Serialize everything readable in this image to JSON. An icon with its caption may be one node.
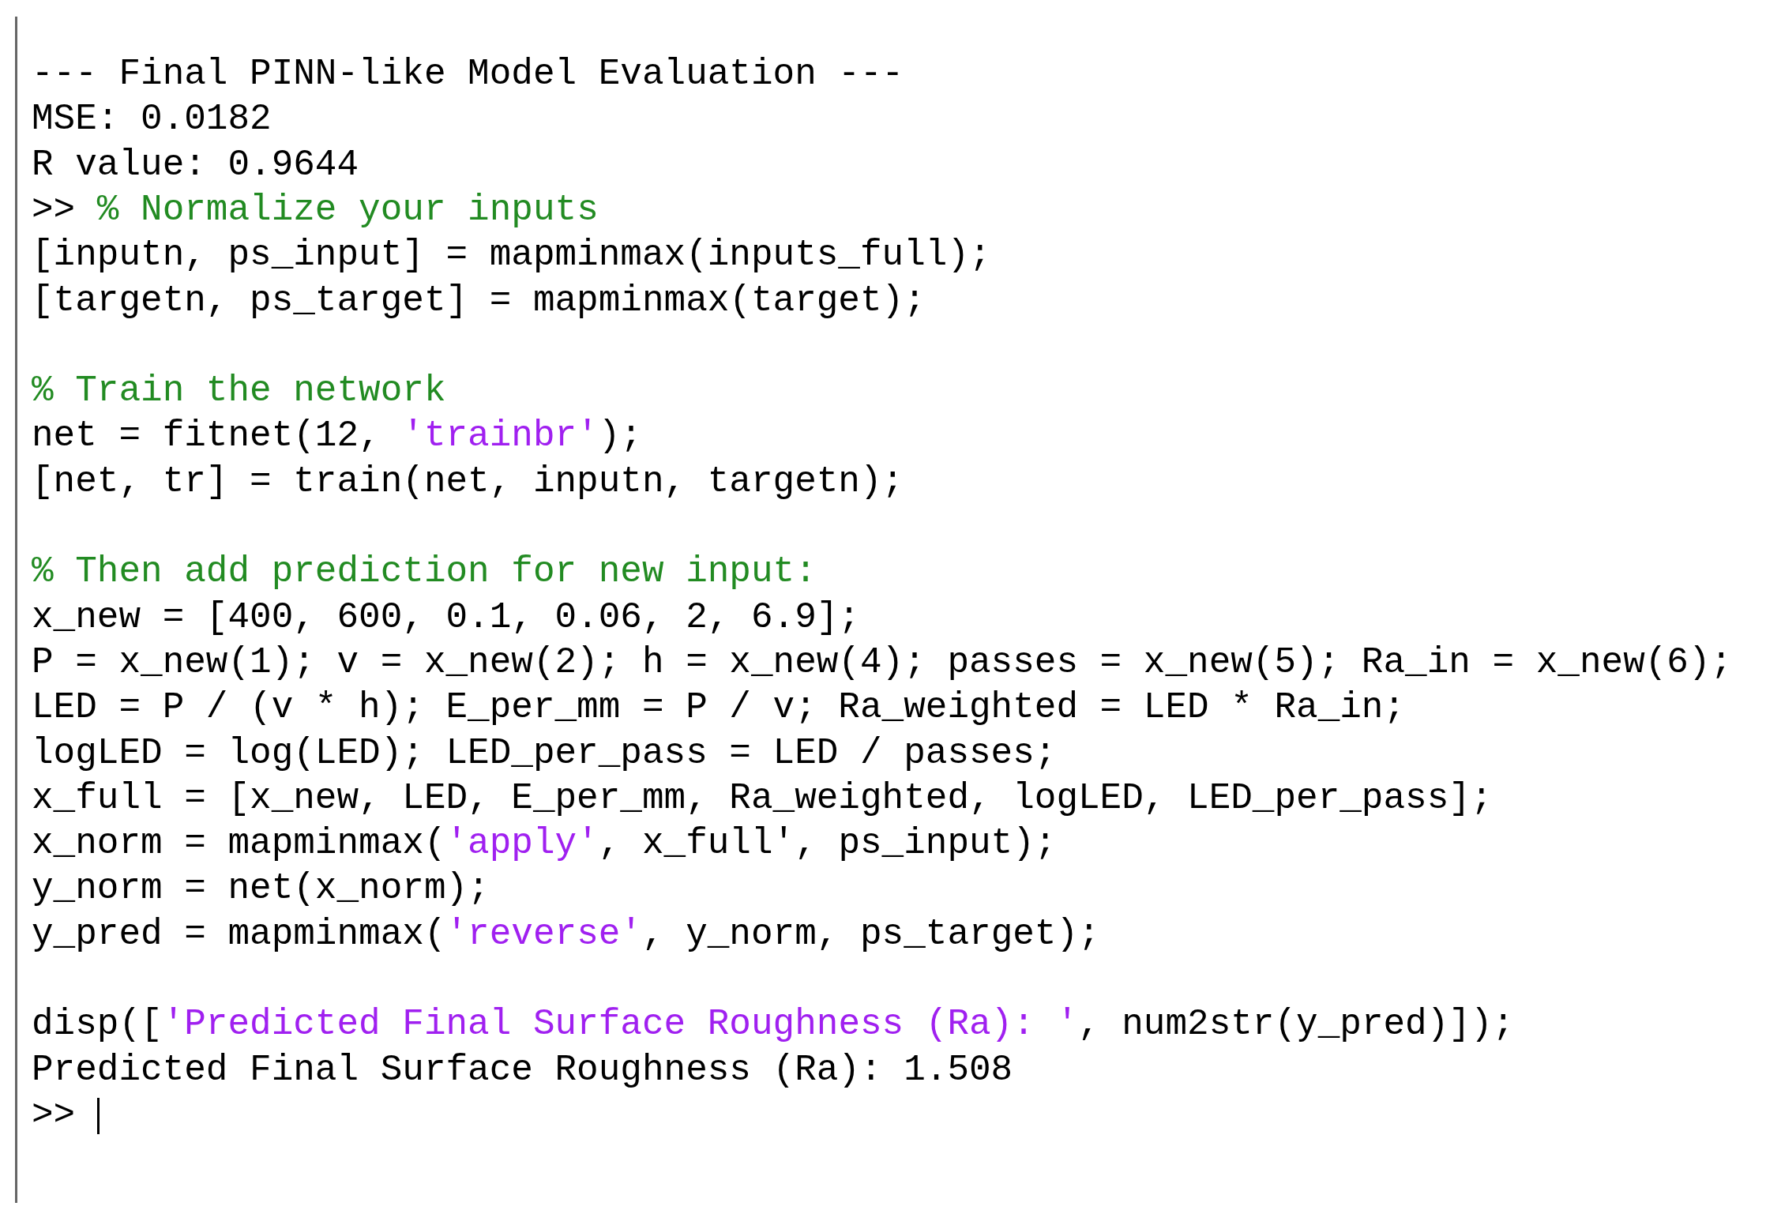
{
  "diagram": {
    "labels": [
      "--- Final PINN-like Model Evaluation ---",
      "MSE: 0.0182",
      "R value: 0.9644",
      ">> % Normalize your inputs",
      "[inputn, ps_input] = mapminmax(inputs_full);",
      "[targetn, ps_target] = mapminmax(target);",
      "% Train the network",
      "net = fitnet(12, 'trainbr');",
      "[net, tr] = train(net, inputn, targetn);",
      "% Then add prediction for new input:",
      "x_new = [400, 600, 0.1, 0.06, 2, 6.9];",
      "P = x_new(1); v = x_new(2); h = x_new(4); passes = x_new(5); Ra_in = x_new(6);",
      "LED = P / (v * h); E_per_mm = P / v; Ra_weighted = LED * Ra_in;",
      "logLED = log(LED); LED_per_pass = LED / passes;",
      "x_full = [x_new, LED, E_per_mm, Ra_weighted, logLED, LED_per_pass];",
      "x_norm = mapminmax('apply', x_full', ps_input);",
      "y_norm = net(x_norm);",
      "y_pred = mapminmax('reverse', y_norm, ps_target);",
      "disp(['Predicted Final Surface Roughness (Ra): ', num2str(y_pred)]);",
      "Predicted Final Surface Roughness (Ra): 1.508",
      ">>"
    ]
  }
}
